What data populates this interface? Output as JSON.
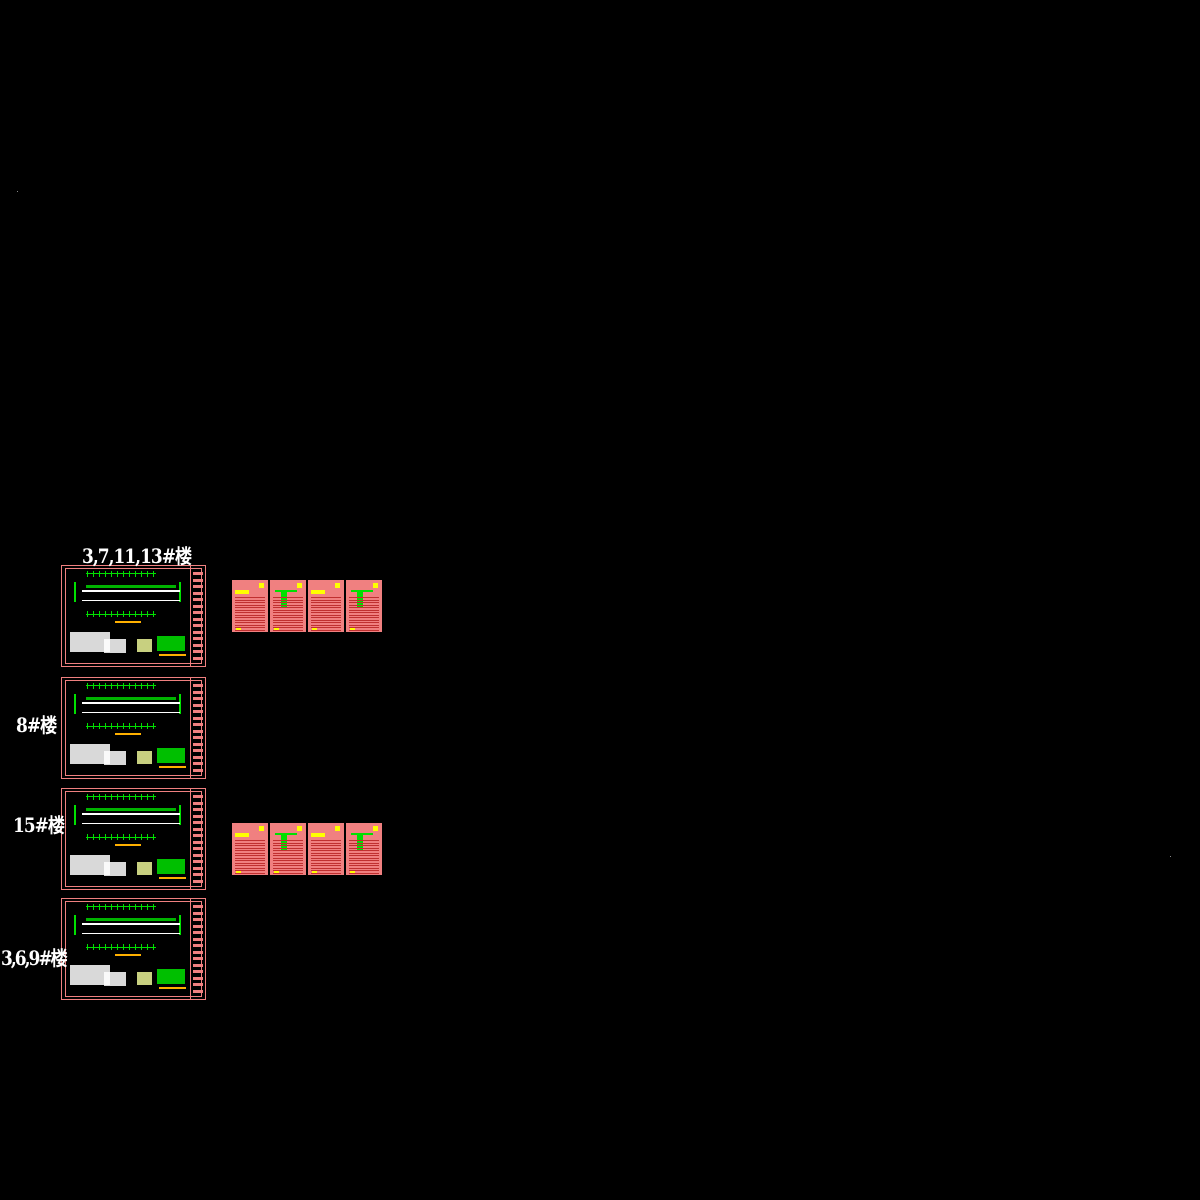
{
  "labels": [
    "3,7,11,13#楼",
    "8#楼",
    "15#楼",
    "3,6,9#楼"
  ],
  "colors": {
    "background": "#000000",
    "frame": "#f08080",
    "grid": "#00e000",
    "title_bar": "#ffb000",
    "table_header": "#ffff00"
  }
}
